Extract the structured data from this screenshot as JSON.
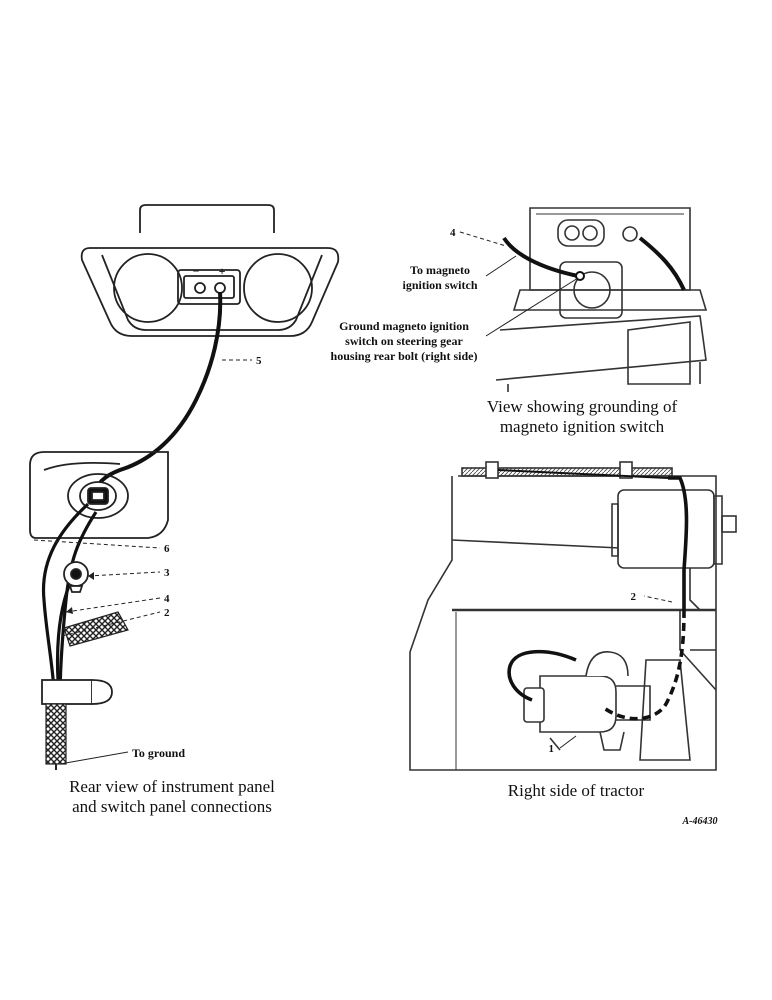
{
  "figure": {
    "figure_code": "A-46430",
    "panels": {
      "instrument_panel": {
        "caption_line1": "Rear view of instrument panel",
        "caption_line2": "and switch panel connections",
        "ammeter_minus": "−",
        "ammeter_plus": "+",
        "callouts": {
          "c5": "5",
          "c6": "6",
          "c3": "3",
          "c4": "4",
          "c2": "2",
          "to_ground": "To ground"
        }
      },
      "magneto_ground": {
        "caption_line1": "View showing grounding of",
        "caption_line2": "magneto ignition switch",
        "callout_4": "4",
        "to_magneto_line1": "To magneto",
        "to_magneto_line2": "ignition switch",
        "ground_note_line1": "Ground magneto ignition",
        "ground_note_line2": "switch on steering gear",
        "ground_note_line3": "housing rear bolt (right side)"
      },
      "tractor_side": {
        "caption": "Right side of tractor",
        "callout_2": "2",
        "callout_1": "1"
      }
    }
  }
}
